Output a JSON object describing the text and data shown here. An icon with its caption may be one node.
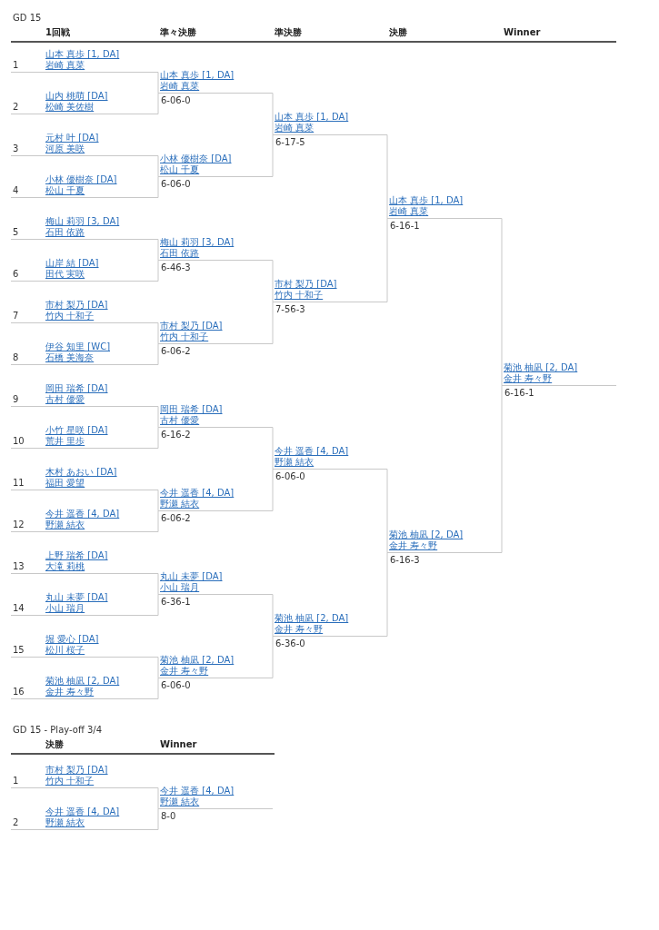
{
  "diagram": {
    "nodes": [
      {
        "text": [
          "山本 真歩 [1, DA]",
          "岩崎 真菜"
        ],
        "beside": [
          "1"
        ]
      },
      {
        "text": [
          "山内 桃萌 [DA]",
          "松崎 美佐樹"
        ],
        "beside": [
          "2"
        ]
      },
      {
        "text": [
          "元村 叶 [DA]",
          "河原 美咲"
        ],
        "beside": [
          "3"
        ]
      },
      {
        "text": [
          "小林 優樹奈 [DA]",
          "松山 千夏"
        ],
        "beside": [
          "4"
        ]
      },
      {
        "text": [
          "梅山 莉羽 [3, DA]",
          "石田 依路"
        ],
        "beside": [
          "5"
        ]
      },
      {
        "text": [
          "山岸 結 [DA]",
          "田代 実咲"
        ],
        "beside": [
          "6"
        ]
      },
      {
        "text": [
          "市村 梨乃 [DA]",
          "竹内 十和子"
        ],
        "beside": [
          "7"
        ]
      },
      {
        "text": [
          "伊谷 知里 [WC]",
          "石橋 美海奈"
        ],
        "beside": [
          "8"
        ]
      },
      {
        "text": [
          "岡田 瑞希 [DA]",
          "古村 優愛"
        ],
        "beside": [
          "9"
        ]
      },
      {
        "text": [
          "小竹 星咲 [DA]",
          "荒井 里歩"
        ],
        "beside": [
          "10"
        ]
      },
      {
        "text": [
          "木村 あおい [DA]",
          "福田 愛望"
        ],
        "beside": [
          "11"
        ]
      },
      {
        "text": [
          "今井 遥香 [4, DA]",
          "野瀬 結衣"
        ],
        "beside": [
          "12"
        ]
      },
      {
        "text": [
          "上野 瑞希 [DA]",
          "大滝 莉桃"
        ],
        "beside": [
          "13"
        ]
      },
      {
        "text": [
          "丸山 未夢 [DA]",
          "小山 瑞月"
        ],
        "beside": [
          "14"
        ]
      },
      {
        "text": [
          "堀 愛心 [DA]",
          "松川 桜子"
        ],
        "beside": [
          "15"
        ]
      },
      {
        "text": [
          "菊池 柚凪 [2, DA]",
          "金井 寿々野"
        ],
        "beside": [
          "16"
        ]
      },
      {
        "text": [
          "山本 真歩 [1, DA]",
          "岩崎 真菜"
        ],
        "beside": [
          "6-06-0"
        ]
      },
      {
        "text": [
          "小林 優樹奈 [DA]",
          "松山 千夏"
        ],
        "beside": [
          "6-06-0"
        ]
      },
      {
        "text": [
          "梅山 莉羽 [3, DA]",
          "石田 依路"
        ],
        "beside": [
          "6-46-3"
        ]
      },
      {
        "text": [
          "市村 梨乃 [DA]",
          "竹内 十和子"
        ],
        "beside": [
          "6-06-2"
        ]
      },
      {
        "text": [
          "岡田 瑞希 [DA]",
          "古村 優愛"
        ],
        "beside": [
          "6-16-2"
        ]
      },
      {
        "text": [
          "今井 遥香 [4, DA]",
          "野瀬 結衣"
        ],
        "beside": [
          "6-06-2"
        ]
      },
      {
        "text": [
          "丸山 未夢 [DA]",
          "小山 瑞月"
        ],
        "beside": [
          "6-36-1"
        ]
      },
      {
        "text": [
          "菊池 柚凪 [2, DA]",
          "金井 寿々野"
        ],
        "beside": [
          "6-06-0"
        ]
      },
      {
        "text": [
          "山本 真歩 [1, DA]",
          "岩崎 真菜"
        ],
        "beside": [
          "6-17-5"
        ]
      },
      {
        "text": [
          "市村 梨乃 [DA]",
          "竹内 十和子"
        ],
        "beside": [
          "7-56-3"
        ]
      },
      {
        "text": [
          "今井 遥香 [4, DA]",
          "野瀬 結衣"
        ],
        "beside": [
          "6-06-0"
        ]
      },
      {
        "text": [
          "菊池 柚凪 [2, DA]",
          "金井 寿々野"
        ],
        "beside": [
          "6-36-0"
        ]
      },
      {
        "text": [
          "山本 真歩 [1, DA]",
          "岩崎 真菜"
        ],
        "beside": [
          "6-16-1"
        ]
      },
      {
        "text": [
          "菊池 柚凪 [2, DA]",
          "金井 寿々野"
        ],
        "beside": [
          "6-16-3"
        ]
      },
      {
        "text": [
          "菊池 柚凪 [2, DA]",
          "金井 寿々野"
        ],
        "beside": [
          "6-16-1"
        ]
      },
      {
        "text": [
          "市村 梨乃 [DA]",
          "竹内 十和子"
        ],
        "beside": [
          "1"
        ]
      },
      {
        "text": [
          "今井 遥香 [4, DA]",
          "野瀬 結衣"
        ],
        "beside": [
          "2"
        ]
      },
      {
        "text": [
          "今井 遥香 [4, DA]",
          "野瀬 結衣"
        ],
        "beside": [
          "8-0"
        ]
      }
    ],
    "edges": [
      {
        "from": 0,
        "to": 16,
        "arrow": "none"
      },
      {
        "from": 1,
        "to": 16,
        "arrow": "none"
      },
      {
        "from": 2,
        "to": 17,
        "arrow": "none"
      },
      {
        "from": 3,
        "to": 17,
        "arrow": "none"
      },
      {
        "from": 4,
        "to": 18,
        "arrow": "none"
      },
      {
        "from": 5,
        "to": 18,
        "arrow": "none"
      },
      {
        "from": 6,
        "to": 19,
        "arrow": "none"
      },
      {
        "from": 7,
        "to": 19,
        "arrow": "none"
      },
      {
        "from": 8,
        "to": 20,
        "arrow": "none"
      },
      {
        "from": 9,
        "to": 20,
        "arrow": "none"
      },
      {
        "from": 10,
        "to": 21,
        "arrow": "none"
      },
      {
        "from": 11,
        "to": 21,
        "arrow": "none"
      },
      {
        "from": 12,
        "to": 22,
        "arrow": "none"
      },
      {
        "from": 13,
        "to": 22,
        "arrow": "none"
      },
      {
        "from": 14,
        "to": 23,
        "arrow": "none"
      },
      {
        "from": 15,
        "to": 23,
        "arrow": "none"
      },
      {
        "from": 16,
        "to": 24,
        "arrow": "none"
      },
      {
        "from": 17,
        "to": 24,
        "arrow": "none"
      },
      {
        "from": 18,
        "to": 25,
        "arrow": "none"
      },
      {
        "from": 19,
        "to": 25,
        "arrow": "none"
      },
      {
        "from": 20,
        "to": 26,
        "arrow": "none"
      },
      {
        "from": 21,
        "to": 26,
        "arrow": "none"
      },
      {
        "from": 22,
        "to": 27,
        "arrow": "none"
      },
      {
        "from": 23,
        "to": 27,
        "arrow": "none"
      },
      {
        "from": 24,
        "to": 28,
        "arrow": "none"
      },
      {
        "from": 25,
        "to": 28,
        "arrow": "none"
      },
      {
        "from": 26,
        "to": 29,
        "arrow": "none"
      },
      {
        "from": 27,
        "to": 29,
        "arrow": "none"
      },
      {
        "from": 28,
        "to": 30,
        "arrow": "none"
      },
      {
        "from": 29,
        "to": 30,
        "arrow": "none"
      },
      {
        "from": 31,
        "to": 33,
        "arrow": "none"
      },
      {
        "from": 32,
        "to": 33,
        "arrow": "none"
      }
    ],
    "labels": [
      "GD 15",
      "1回戦",
      "準々決勝",
      "準決勝",
      "決勝",
      "Winner",
      "GD 15 - Play-off 3/4",
      "決勝",
      "Winner"
    ]
  }
}
